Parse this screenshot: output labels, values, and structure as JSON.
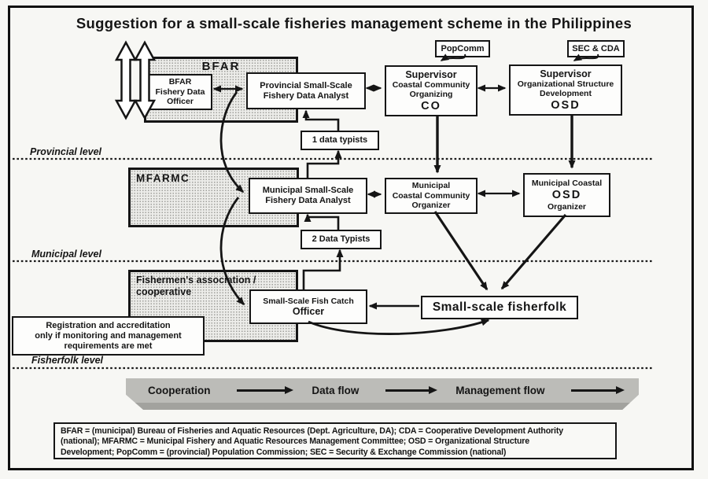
{
  "title": "Suggestion for a small-scale fisheries management scheme in the Philippines",
  "groups": {
    "bfar": "BFAR",
    "mfarmc": "MFARMC",
    "fishermen_line1": "Fishermen's association /",
    "fishermen_line2": "cooperative"
  },
  "boxes": {
    "bfar_officer": {
      "line1": "BFAR",
      "line2": "Fishery Data",
      "line3": "Officer"
    },
    "prov_analyst": {
      "line1": "Provincial Small-Scale",
      "line2": "Fishery Data Analyst"
    },
    "popcomm": "PopComm",
    "sec_cda": "SEC & CDA",
    "sup_co": {
      "title": "Supervisor",
      "line2": "Coastal Community",
      "line3": "Organizing",
      "abbr": "CO"
    },
    "sup_osd": {
      "title": "Supervisor",
      "line2": "Organizational Structure",
      "line3": "Development",
      "abbr": "OSD"
    },
    "typists1": "1 data typists",
    "mun_analyst": {
      "line1": "Municipal Small-Scale",
      "line2": "Fishery Data Analyst"
    },
    "mun_cco": {
      "line1": "Municipal",
      "line2": "Coastal Community",
      "line3": "Organizer"
    },
    "mun_osd": {
      "line1": "Municipal Coastal",
      "abbr": "OSD",
      "line3": "Organizer"
    },
    "typists2": "2 Data Typists",
    "catch_officer": {
      "line1": "Small-Scale Fish Catch",
      "line2": "Officer"
    },
    "fisherfolk": "Small-scale fisherfolk",
    "registration": {
      "line1": "Registration and accreditation",
      "line2": "only if monitoring and management",
      "line3": "requirements are met"
    }
  },
  "levels": {
    "provincial": "Provincial level",
    "municipal": "Municipal level",
    "fisherfolk": "Fisherfolk level"
  },
  "banner": {
    "items": [
      "Cooperation",
      "Data flow",
      "Management flow"
    ]
  },
  "legend": {
    "line1": "BFAR = (municipal) Bureau of Fisheries and Aquatic Resources (Dept. Agriculture, DA); CDA = Cooperative Development Authority",
    "line2": "(national);  MFARMC = Municipal Fishery and Aquatic Resources Management Committee; OSD = Organizational Structure",
    "line3": "Development; PopComm = (provincial) Population Commission; SEC = Security & Exchange Commission (national)"
  },
  "colors": {
    "ink": "#151515",
    "paper": "#f7f7f4",
    "box_fill": "#fdfdfc",
    "shaded_fill": "#ecece9",
    "banner_gray": "#bcbcb8",
    "banner_shadow": "#a2a29e"
  }
}
